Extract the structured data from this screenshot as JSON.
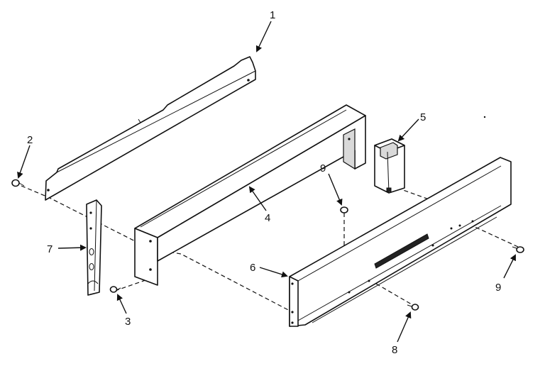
{
  "callouts": [
    {
      "id": "p1",
      "text": "1"
    },
    {
      "id": "p2",
      "text": "2"
    },
    {
      "id": "p3",
      "text": "3"
    },
    {
      "id": "p4",
      "text": "4"
    },
    {
      "id": "p5",
      "text": "5"
    },
    {
      "id": "p6",
      "text": "6"
    },
    {
      "id": "p7",
      "text": "7"
    },
    {
      "id": "p8",
      "text": "8"
    },
    {
      "id": "p9a",
      "text": "9"
    },
    {
      "id": "p9b",
      "text": "9"
    }
  ]
}
